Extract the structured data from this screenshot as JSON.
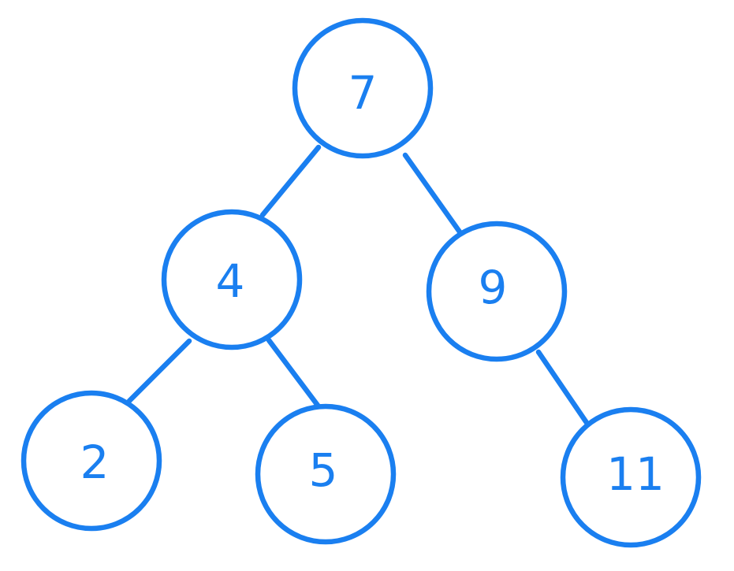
{
  "colors": {
    "stroke": "#1a7ff0",
    "text": "#1a7ff0",
    "background": "#ffffff"
  },
  "tree": {
    "root": {
      "label": "7"
    },
    "left": {
      "label": "4"
    },
    "right": {
      "label": "9"
    },
    "left_left": {
      "label": "2"
    },
    "left_right": {
      "label": "5"
    },
    "right_right": {
      "label": "11"
    }
  }
}
